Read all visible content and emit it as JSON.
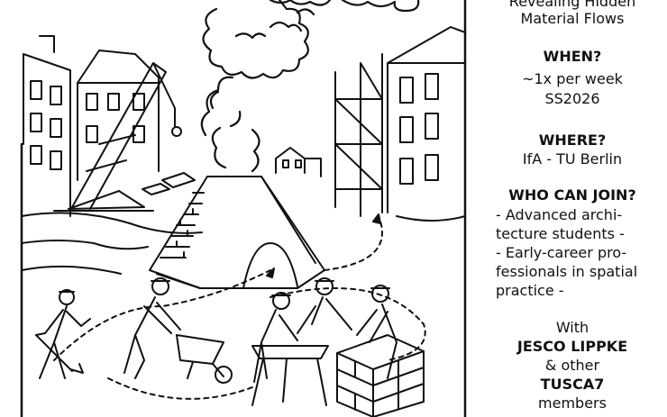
{
  "title_line1": "Revealing Hidden",
  "title_line2": "Material Flows",
  "when": {
    "heading": "WHEN?",
    "line1": "~1x per week",
    "line2": "SS2026"
  },
  "where": {
    "heading": "WHERE?",
    "line1": "IfA - TU Berlin"
  },
  "who": {
    "heading": "WHO CAN JOIN?",
    "lines": [
      "- Advanced archi-",
      "tecture students -",
      "- Early-career pro-",
      "fessionals in spatial",
      "practice -"
    ]
  },
  "with": {
    "intro": "With",
    "name": "JESCO LIPPKE",
    "conj": "& other",
    "group": "TUSCA7",
    "tail": "members"
  },
  "illustration": {
    "subject": "line drawing of workers building a brick kiln among city buildings"
  }
}
